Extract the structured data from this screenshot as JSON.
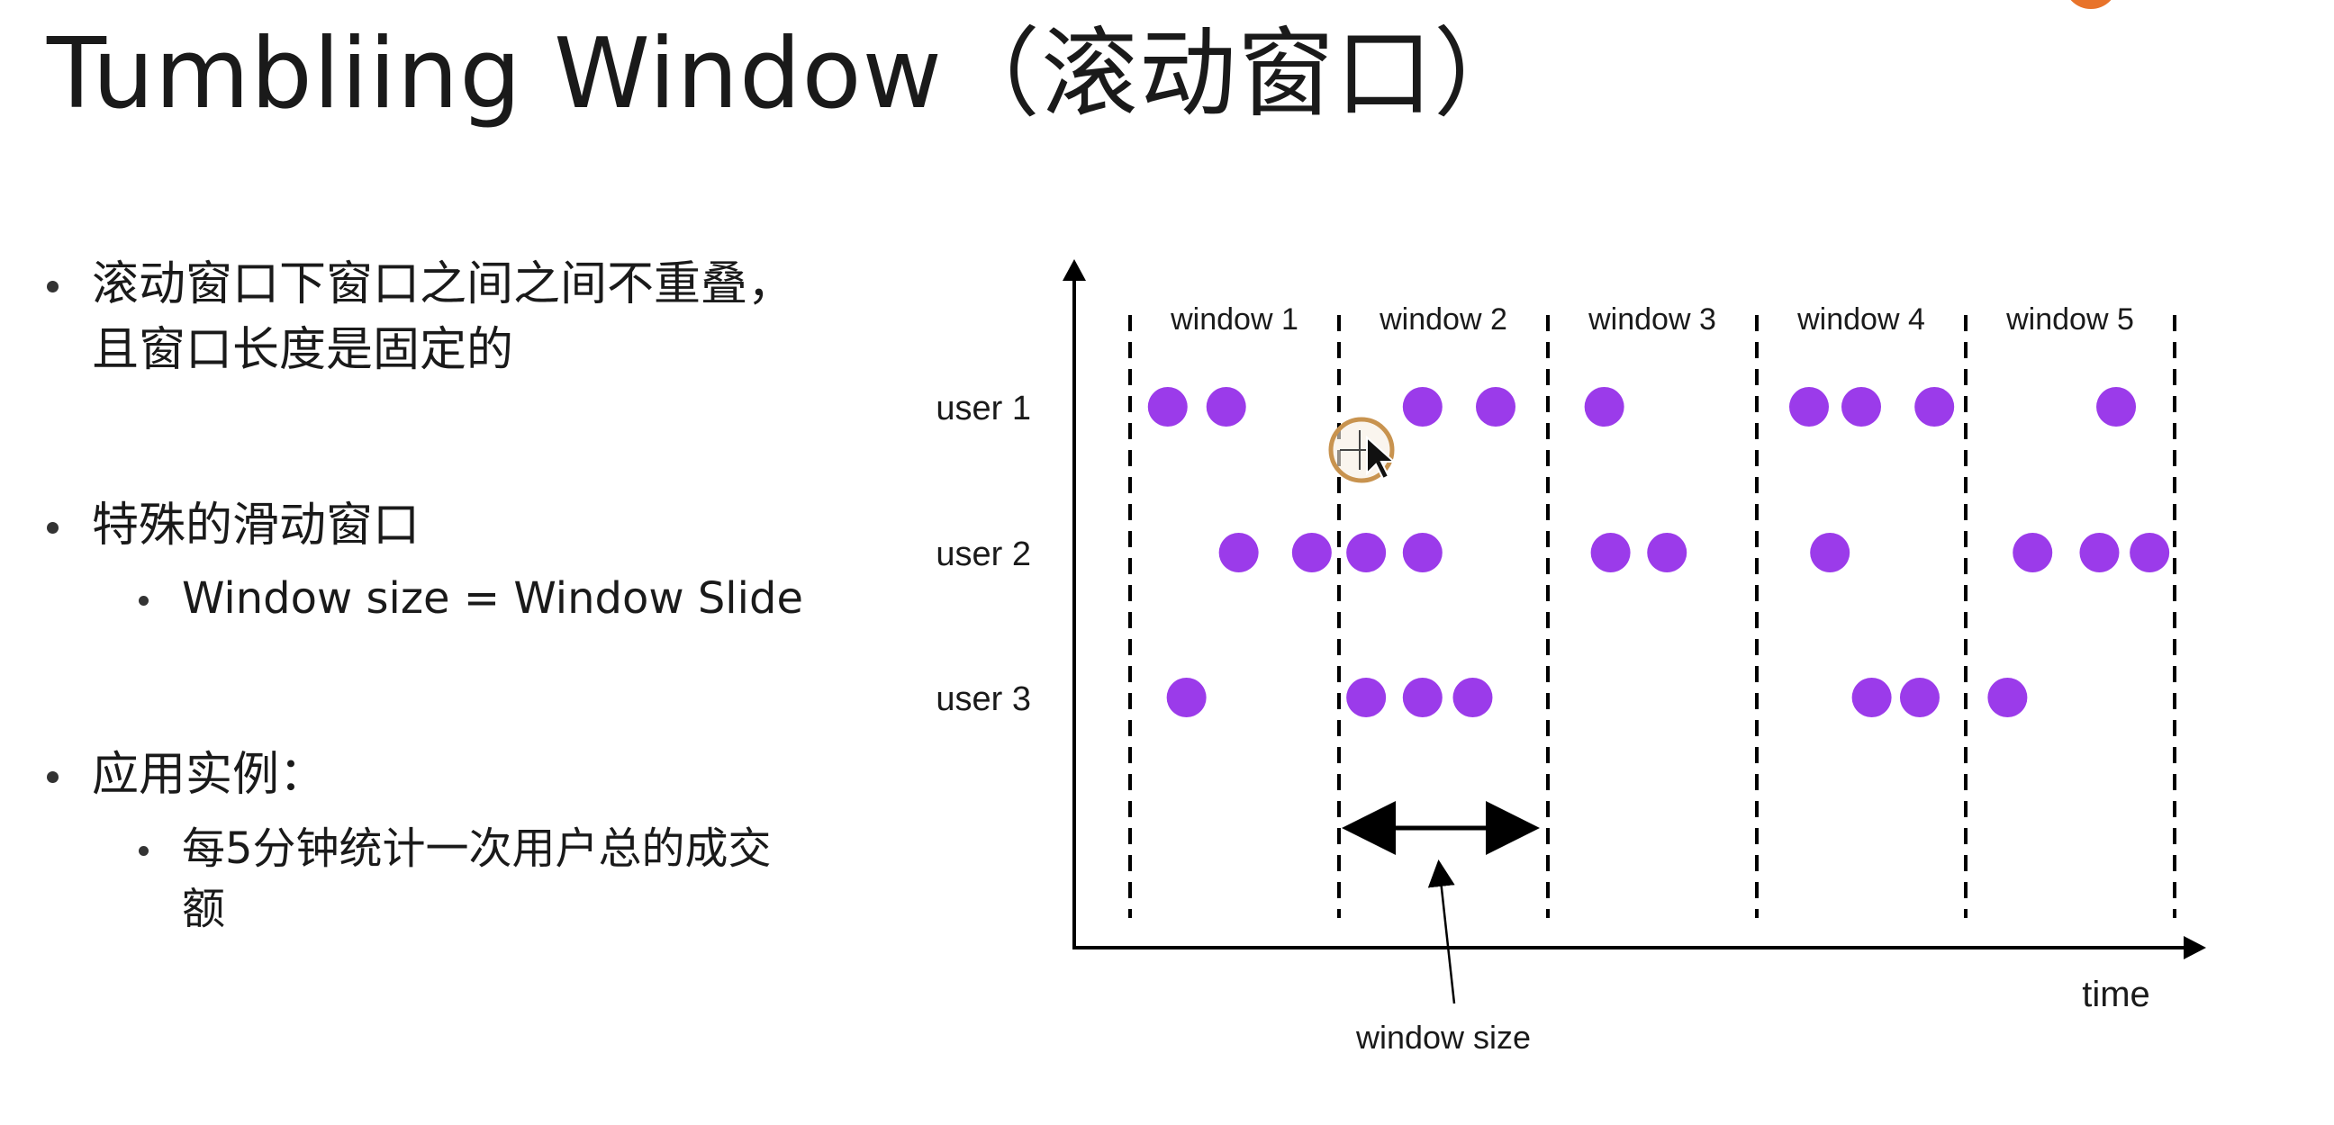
{
  "title": "Tumbliing Window（滚动窗口）",
  "bullets": [
    {
      "text": "滚动窗口下窗口之间之间不重叠，\n且窗口长度是固定的",
      "subs": []
    },
    {
      "text": "特殊的滑动窗口",
      "subs": [
        "Window size = Window Slide"
      ]
    },
    {
      "text": "应用实例：",
      "subs": [
        "每5分钟统计一次用户总的成交\n额"
      ]
    }
  ],
  "diagram": {
    "windows": [
      "window 1",
      "window 2",
      "window 3",
      "window 4",
      "window 5"
    ],
    "users": [
      {
        "label": "user 1",
        "events": [
          0.18,
          0.46,
          1.4,
          1.75,
          2.27,
          3.25,
          3.5,
          3.85,
          4.72
        ]
      },
      {
        "label": "user 2",
        "events": [
          0.52,
          0.87,
          1.13,
          1.4,
          2.3,
          2.57,
          3.35,
          4.32,
          4.64,
          4.88
        ]
      },
      {
        "label": "user 3",
        "events": [
          0.27,
          1.13,
          1.4,
          1.64,
          3.55,
          3.78,
          4.2
        ]
      }
    ],
    "xaxis_label": "time",
    "annotation": "window size",
    "dot_color": "#9b3bea"
  }
}
